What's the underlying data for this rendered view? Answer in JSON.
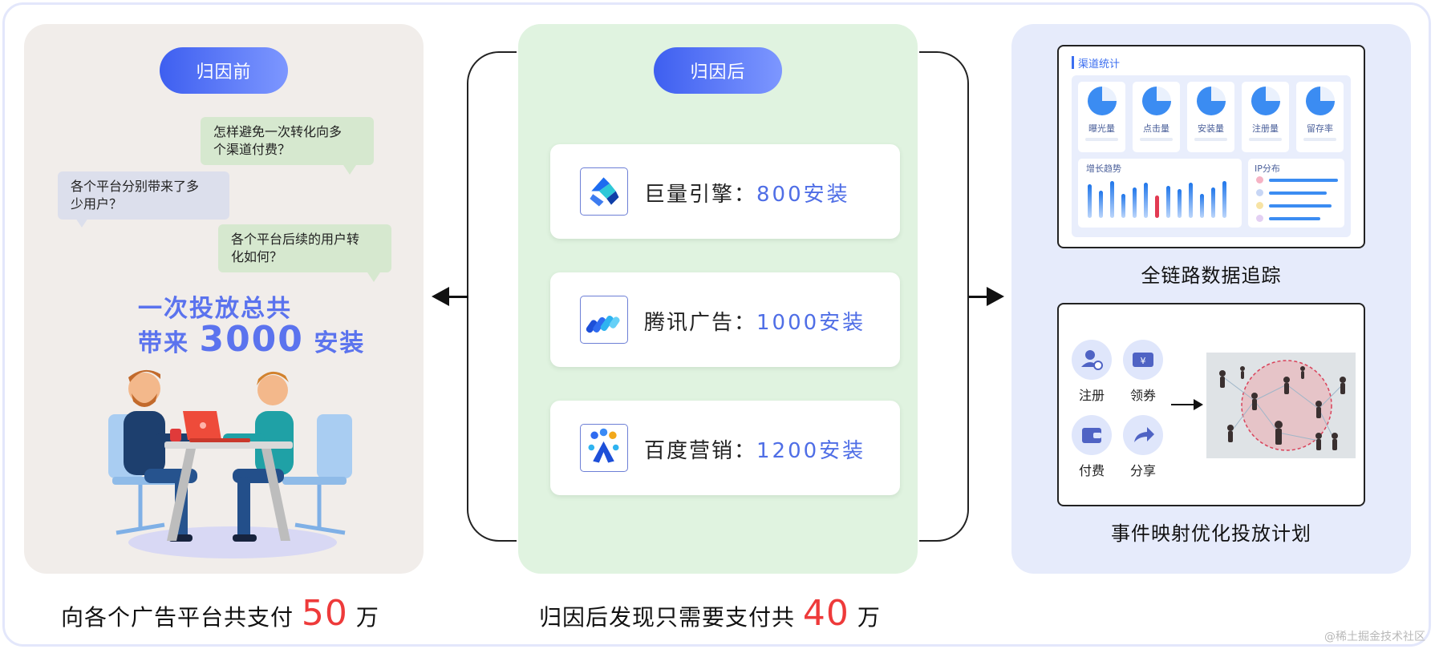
{
  "left": {
    "pill": "归因前",
    "bubble1": [
      "怎样避免一次转化向多",
      "个渠道付费？"
    ],
    "bubble2": [
      "各个平台分别带来了多",
      "少用户？"
    ],
    "bubble3": [
      "各个平台后续的用户转",
      "化如何？"
    ],
    "headline_line1": "一次投放总共",
    "headline_pre": "带来",
    "headline_number": "3000",
    "headline_unit": "安装",
    "bottom_pre": "向各个广告平台共支付",
    "bottom_number": "50",
    "bottom_unit": "万"
  },
  "middle": {
    "pill": "归因后",
    "cards": [
      {
        "name": "巨量引擎：",
        "value": "800安装",
        "icon": "juliang-engine-logo-icon"
      },
      {
        "name": "腾讯广告：",
        "value": "1000安装",
        "icon": "tencent-ads-logo-icon"
      },
      {
        "name": "百度营销：",
        "value": "1200安装",
        "icon": "baidu-marketing-logo-icon"
      }
    ],
    "bottom_pre": "归因后发现只需要支付共",
    "bottom_number": "40",
    "bottom_unit": "万"
  },
  "right": {
    "dashboard_title": "渠道统计",
    "metrics": [
      "曝光量",
      "点击量",
      "安装量",
      "注册量",
      "留存率"
    ],
    "trend_title": "增长趋势",
    "ip_title": "IP分布",
    "caption1": "全链路数据追踪",
    "events": [
      "注册",
      "领券",
      "付费",
      "分享"
    ],
    "caption2": "事件映射优化投放计划"
  },
  "watermark": "@稀土掘金技术社区",
  "colors": {
    "accent_blue": "#4f6ee6",
    "price_red": "#ee3a3a",
    "left_bg": "#f1edea",
    "mid_bg": "#e0f3e0",
    "right_bg": "#e6ebfb"
  }
}
